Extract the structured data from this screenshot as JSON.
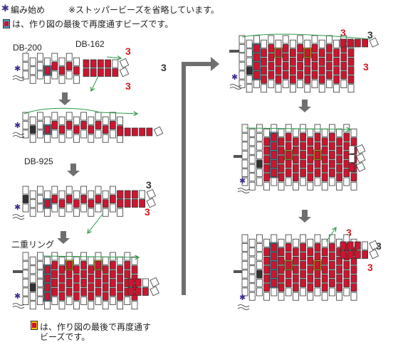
{
  "legend": {
    "start_text": "編み始め",
    "stopper_note": "※ストッパービーズを省略しています。",
    "repass_note": "は、作り図の最後で再度通すビーズです。",
    "bottom_note_line1": "は、作り図の最後で再度通す",
    "bottom_note_line2": "ビーズです。"
  },
  "labels": {
    "db200": "DB-200",
    "db162": "DB-162",
    "db925": "DB-925",
    "double_ring": "二重リング"
  },
  "counts": {
    "three": "3"
  },
  "colors": {
    "red": "#cc1530",
    "dark_red": "#9a0f25",
    "white_bead": "#ffffff",
    "black_bead": "#333333",
    "blue_bead": "#5ab4d6",
    "gold_bead": "#f4c20d",
    "thread": "#2c9a45",
    "arrow": "#6f6f6f"
  }
}
